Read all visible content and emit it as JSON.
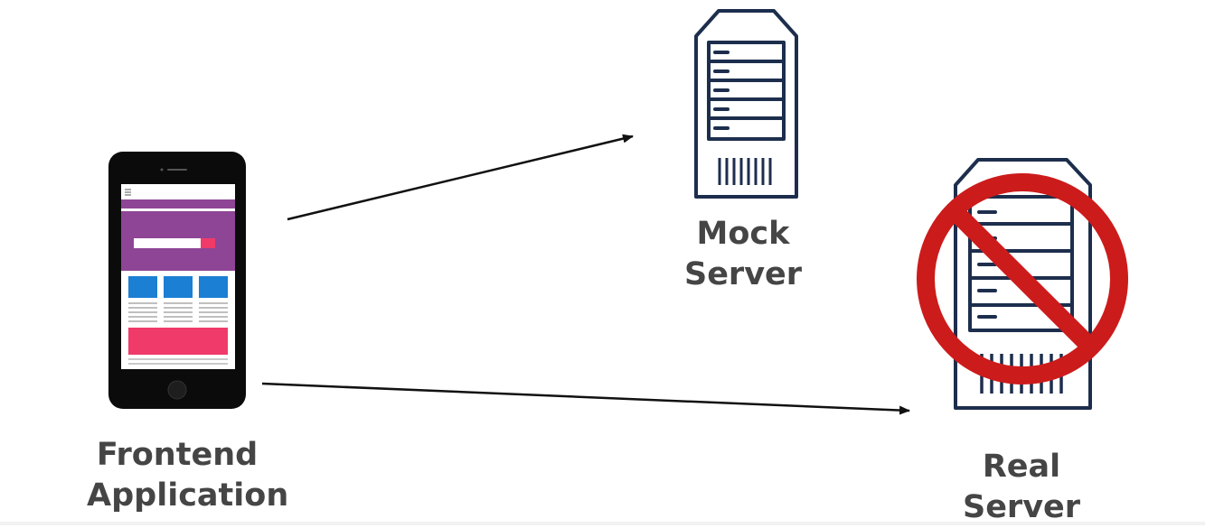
{
  "nodes": {
    "frontend": {
      "line1": "Frontend",
      "line2": "Application",
      "icon": "smartphone-icon"
    },
    "mock": {
      "line1": "Mock",
      "line2": "Server",
      "icon": "server-icon"
    },
    "real": {
      "line1": "Real",
      "line2": "Server",
      "icon": "server-icon",
      "overlay": "prohibited-icon"
    }
  },
  "colors": {
    "label": "#454545",
    "server_stroke": "#1d2e4d",
    "prohibited": "#cc1b1b",
    "phone_body": "#0b0b0b",
    "app_purple": "#8e4595",
    "app_blue": "#1b7fd3",
    "app_pink": "#f03a6a",
    "arrow": "#111111"
  },
  "edges": [
    {
      "from": "frontend",
      "to": "mock"
    },
    {
      "from": "frontend",
      "to": "real"
    }
  ]
}
